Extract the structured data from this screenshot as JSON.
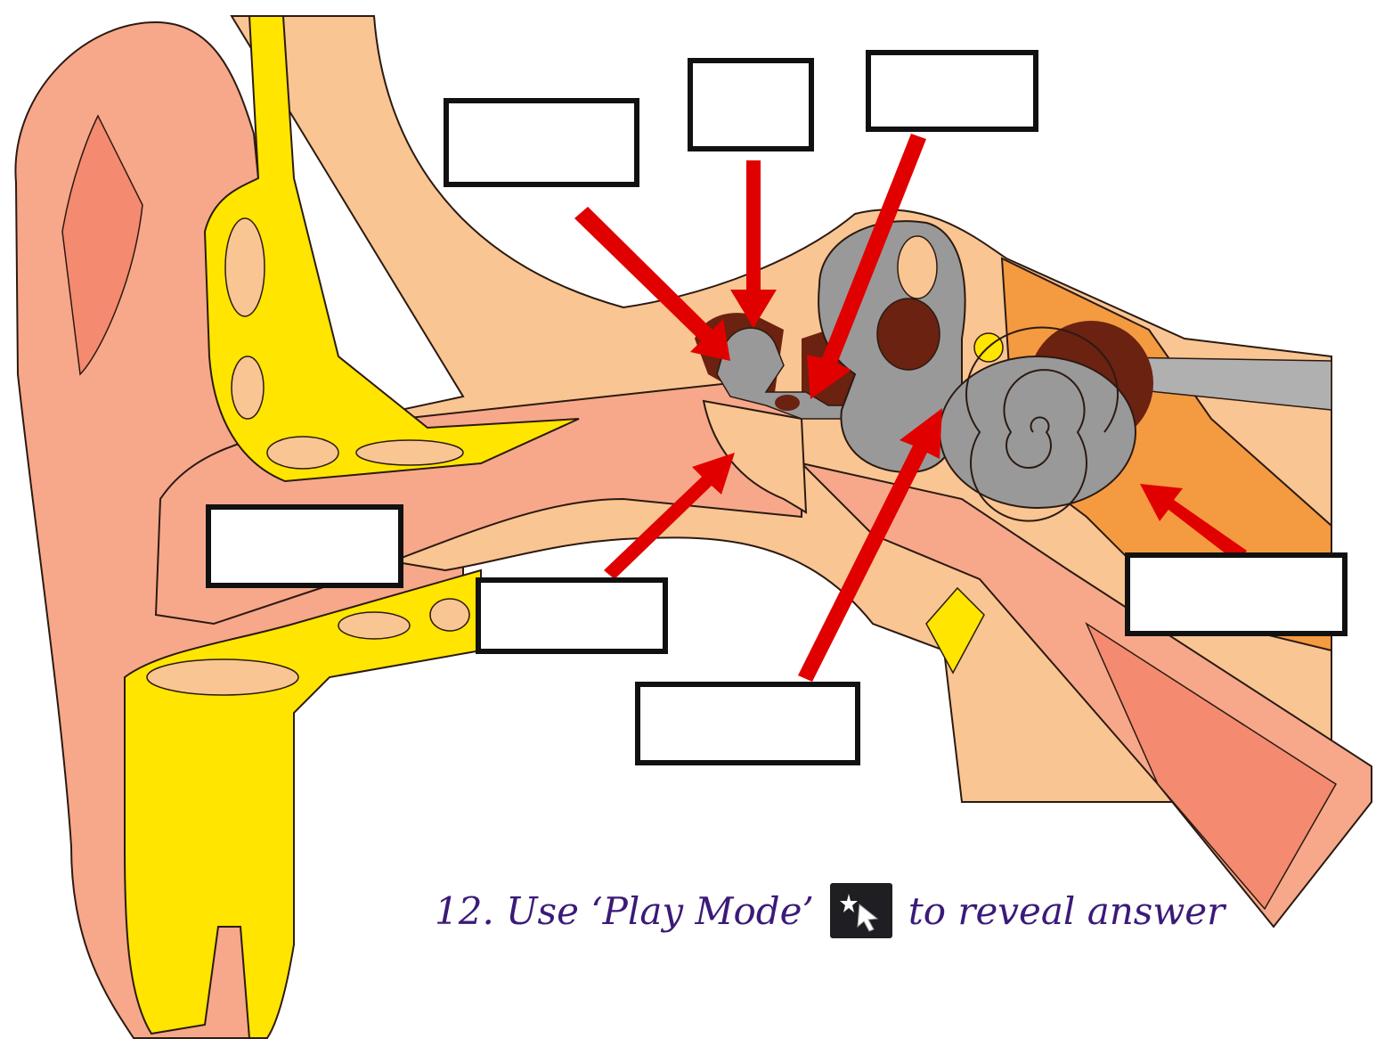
{
  "instruction": {
    "step_text": "12. Use ‘Play Mode’",
    "after_icon_text": "to reveal answer",
    "icon": "magic-wand-cursor-icon"
  },
  "colors": {
    "skin": "#f7a88a",
    "skin_light": "#f9c592",
    "cartilage": "#ffe500",
    "inner_ear": "#999999",
    "bone_dark": "#6b2210",
    "muscle": "#f49a40",
    "nerve": "#b0b0b0",
    "arrow": "#e10000",
    "text": "#3b1a78"
  },
  "label_boxes": [
    {
      "target": "ossicle-malleus",
      "text": ""
    },
    {
      "target": "ossicle-incus",
      "text": ""
    },
    {
      "target": "ossicle-stapes",
      "text": ""
    },
    {
      "target": "ear-canal",
      "text": ""
    },
    {
      "target": "eardrum",
      "text": ""
    },
    {
      "target": "cochlea",
      "text": ""
    },
    {
      "target": "auditory-nerve",
      "text": ""
    }
  ]
}
